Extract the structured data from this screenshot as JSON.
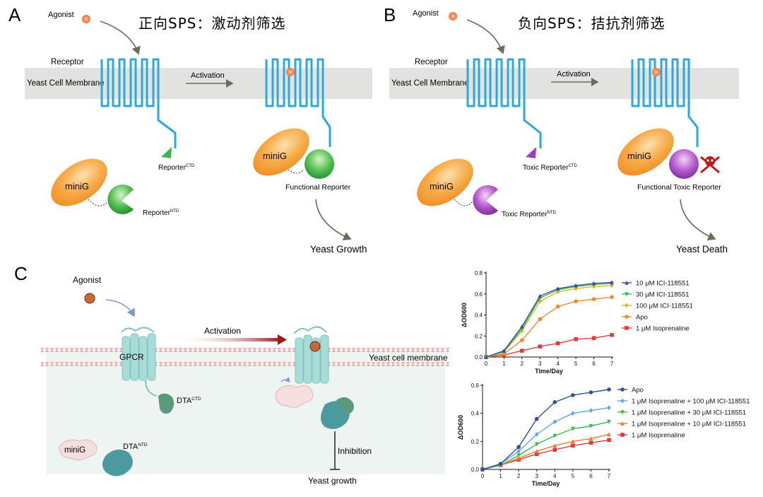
{
  "panelA": {
    "letter": "A",
    "title": "正向SPS：激动剂筛选",
    "agonist": "Agonist",
    "receptor": "Receptor",
    "membrane": "Yeast Cell Membrane",
    "activation": "Activation",
    "minig": "miniG",
    "reporter_ctd": "Reporter",
    "reporter_ctd_sup": "CTD",
    "reporter_ntd": "Reporter",
    "reporter_ntd_sup": "NTD",
    "functional": "Functional Reporter",
    "outcome": "Yeast Growth"
  },
  "panelB": {
    "letter": "B",
    "title": "负向SPS：拮抗剂筛选",
    "agonist": "Agonist",
    "receptor": "Receptor",
    "membrane": "Yeast Cell Membrane",
    "activation": "Activation",
    "minig": "miniG",
    "reporter_ctd": "Toxic Reporter",
    "reporter_ctd_sup": "CTD",
    "reporter_ntd": "Toxic Reporter",
    "reporter_ntd_sup": "NTD",
    "functional": "Functional Toxic Reporter",
    "outcome": "Yeast Death"
  },
  "panelC": {
    "letter": "C",
    "agonist": "Agonist",
    "gpcr": "GPCR",
    "activation": "Activation",
    "membrane": "Yeast cell membrane",
    "dta_ctd": "DTA",
    "dta_ctd_sup": "CTD",
    "dta_ntd": "DTA",
    "dta_ntd_sup": "NTD",
    "minig": "miniG",
    "inhibition": "Inhibition",
    "outcome": "Yeast growth"
  },
  "colors": {
    "receptor": "#29a9e0",
    "membrane": "#e2e2e0",
    "minig": "#f39a2e",
    "reporter": "#3db84a",
    "toxic": "#a040b8",
    "agonist": "#f08a5a",
    "gpcr": "#a8dcd8",
    "dta": "#4aa5a0",
    "arrow_red": "#9b1b1b"
  },
  "chart_data": [
    {
      "type": "line",
      "xlabel": "Time/Day",
      "ylabel": "ΔOD600",
      "xlim": [
        0,
        7
      ],
      "ylim": [
        0,
        0.8
      ],
      "yticks": [
        "0.0",
        "0.2",
        "0.4",
        "0.6",
        "0.8"
      ],
      "xticks": [
        "0",
        "1",
        "2",
        "3",
        "4",
        "5",
        "6",
        "7"
      ],
      "legend_position": "right",
      "x": [
        0,
        1,
        2,
        3,
        4,
        5,
        6,
        7
      ],
      "series": [
        {
          "name": "10 μM ICI-118551",
          "color": "#3a4fa0",
          "marker": "triangle-up",
          "values": [
            0,
            0.06,
            0.29,
            0.58,
            0.65,
            0.68,
            0.7,
            0.71
          ]
        },
        {
          "name": "30 μM ICI-118551",
          "color": "#3db84a",
          "marker": "triangle-down",
          "values": [
            0,
            0.05,
            0.27,
            0.56,
            0.64,
            0.67,
            0.69,
            0.7
          ]
        },
        {
          "name": "100 μM ICI-118551",
          "color": "#c9c21e",
          "marker": "diamond",
          "values": [
            0,
            0.05,
            0.25,
            0.53,
            0.62,
            0.65,
            0.67,
            0.68
          ]
        },
        {
          "name": "Apo",
          "color": "#f08a2e",
          "marker": "circle",
          "values": [
            0,
            0.03,
            0.16,
            0.36,
            0.48,
            0.53,
            0.55,
            0.57
          ]
        },
        {
          "name": "1 μM Isoprenaline",
          "color": "#e23b3b",
          "marker": "square",
          "values": [
            0,
            0.02,
            0.06,
            0.1,
            0.13,
            0.17,
            0.18,
            0.21
          ]
        }
      ]
    },
    {
      "type": "line",
      "xlabel": "Time/Day",
      "ylabel": "ΔOD600",
      "xlim": [
        0,
        7
      ],
      "ylim": [
        0,
        0.6
      ],
      "yticks": [
        "0.0",
        "0.2",
        "0.4",
        "0.6"
      ],
      "xticks": [
        "0",
        "1",
        "2",
        "3",
        "4",
        "5",
        "6",
        "7"
      ],
      "legend_position": "right",
      "x": [
        0,
        1,
        2,
        3,
        4,
        5,
        6,
        7
      ],
      "series": [
        {
          "name": "Apo",
          "color": "#2e4f9a",
          "marker": "circle",
          "values": [
            0,
            0.04,
            0.16,
            0.36,
            0.48,
            0.53,
            0.55,
            0.57
          ]
        },
        {
          "name": "1 μM Isoprenaline + 100 μM ICI-118551",
          "color": "#5fa8d8",
          "marker": "diamond",
          "values": [
            0,
            0.04,
            0.13,
            0.25,
            0.34,
            0.4,
            0.42,
            0.44
          ]
        },
        {
          "name": "1 μM Isoprenaline + 30 μM ICI-118551",
          "color": "#3db84a",
          "marker": "triangle-down",
          "values": [
            0,
            0.03,
            0.1,
            0.18,
            0.24,
            0.29,
            0.31,
            0.34
          ]
        },
        {
          "name": "1 μM Isoprenaline + 10 μM ICI-118551",
          "color": "#f07a2e",
          "marker": "triangle-up",
          "values": [
            0,
            0.03,
            0.08,
            0.13,
            0.17,
            0.2,
            0.22,
            0.25
          ]
        },
        {
          "name": "1 μM Isoprenaline",
          "color": "#e23b3b",
          "marker": "square",
          "values": [
            0,
            0.03,
            0.07,
            0.11,
            0.14,
            0.17,
            0.19,
            0.21
          ]
        }
      ]
    }
  ]
}
